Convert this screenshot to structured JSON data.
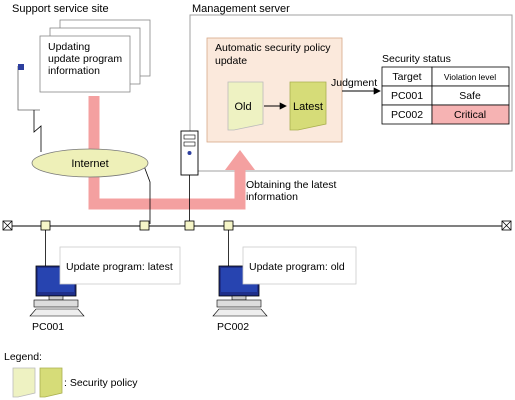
{
  "support_site": {
    "title": "Support service site",
    "doc_lines": [
      "Updating",
      "update program",
      "information"
    ]
  },
  "management_server": {
    "title": "Management server",
    "auto_update_lines": [
      "Automatic security policy",
      "update"
    ],
    "policy_old": "Old",
    "policy_latest": "Latest",
    "judgment": "Judgment"
  },
  "security_status": {
    "title": "Security status",
    "headers": [
      "Target",
      "Violation level"
    ],
    "rows": [
      {
        "target": "PC001",
        "level": "Safe"
      },
      {
        "target": "PC002",
        "level": "Critical"
      }
    ]
  },
  "network": {
    "internet": "Internet",
    "obtaining_lines": [
      "Obtaining the latest",
      "information"
    ]
  },
  "clients": [
    {
      "name": "PC001",
      "note": "Update program: latest"
    },
    {
      "name": "PC002",
      "note": "Update program: old"
    }
  ],
  "legend": {
    "title": "Legend:",
    "label": ": Security policy"
  },
  "colors": {
    "flow_arrow": "#f4a0a0",
    "policy_box_bg": "#fbe9dc",
    "policy_old": "#eef2c2",
    "policy_latest": "#d6dc78",
    "critical": "#f6b3b3",
    "internet": "#eef0b8"
  }
}
